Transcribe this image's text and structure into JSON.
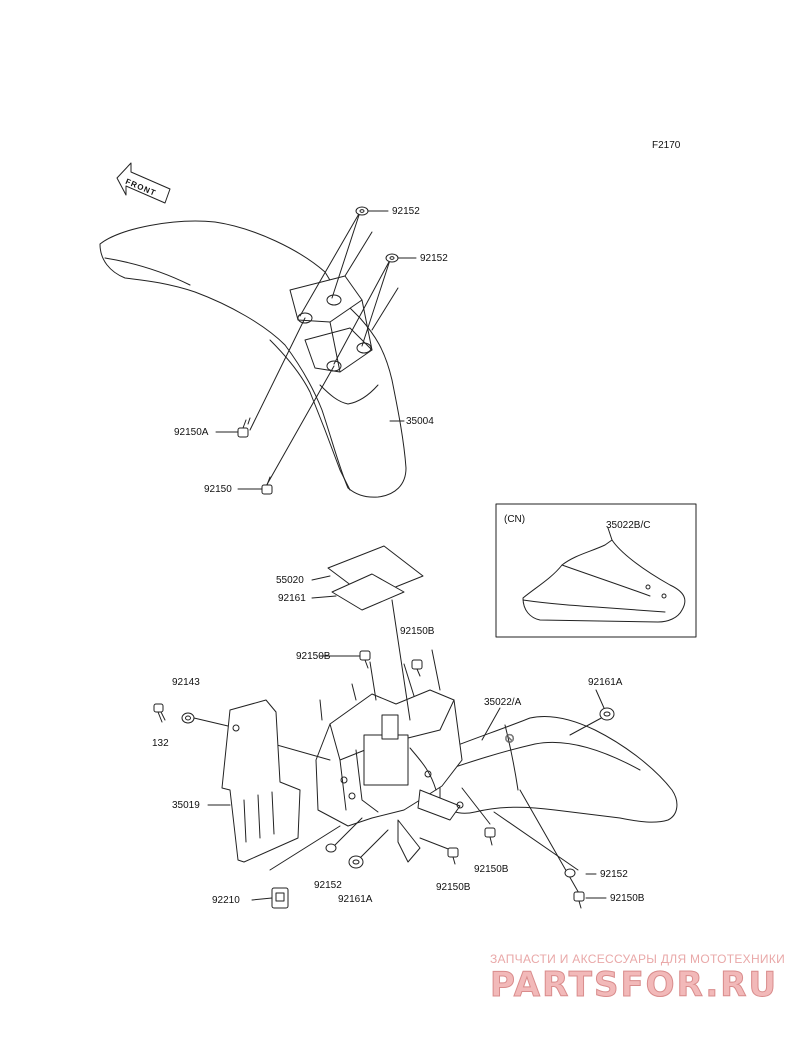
{
  "figure_code": "F2170",
  "front_arrow_label": "FRONT",
  "cn_variant_label": "(CN)",
  "callouts": [
    {
      "id": "c1",
      "text": "92152"
    },
    {
      "id": "c2",
      "text": "92152"
    },
    {
      "id": "c3",
      "text": "35004"
    },
    {
      "id": "c4",
      "text": "92150A"
    },
    {
      "id": "c5",
      "text": "92150"
    },
    {
      "id": "c6",
      "text": "35022B/C"
    },
    {
      "id": "c7",
      "text": "55020"
    },
    {
      "id": "c8",
      "text": "92161"
    },
    {
      "id": "c9",
      "text": "92150B"
    },
    {
      "id": "c10",
      "text": "92150B"
    },
    {
      "id": "c11",
      "text": "92143"
    },
    {
      "id": "c12",
      "text": "132"
    },
    {
      "id": "c13",
      "text": "35022/A"
    },
    {
      "id": "c14",
      "text": "92161A"
    },
    {
      "id": "c15",
      "text": "35019"
    },
    {
      "id": "c16",
      "text": "92152"
    },
    {
      "id": "c17",
      "text": "92161A"
    },
    {
      "id": "c18",
      "text": "92150B"
    },
    {
      "id": "c19",
      "text": "92150B"
    },
    {
      "id": "c20",
      "text": "92152"
    },
    {
      "id": "c21",
      "text": "92150B"
    },
    {
      "id": "c22",
      "text": "92210"
    }
  ],
  "watermark": {
    "tagline": "ЗАПЧАСТИ И АКСЕССУАРЫ ДЛЯ МОТОТЕХНИКИ",
    "logo": "PARTSFOR.RU"
  }
}
